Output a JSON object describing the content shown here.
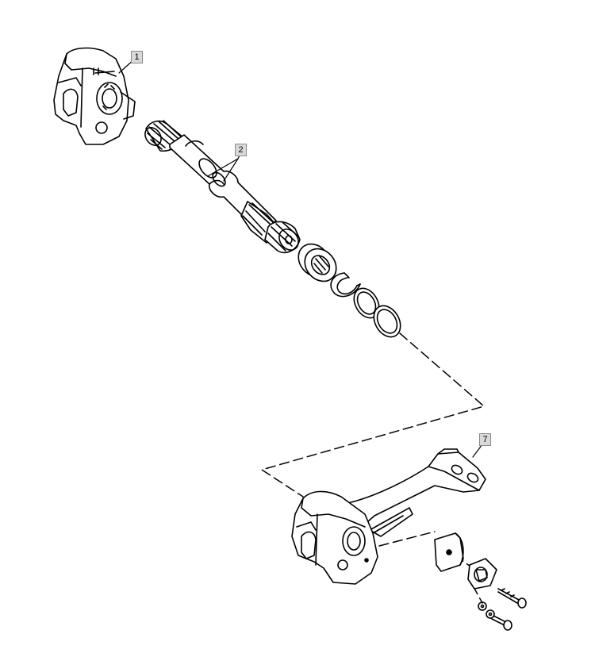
{
  "callouts": [
    {
      "id": "callout-1",
      "label": "1"
    },
    {
      "id": "callout-2",
      "label": "2"
    },
    {
      "id": "callout-7",
      "label": "7"
    }
  ],
  "colors": {
    "line": "#000000",
    "background": "#ffffff",
    "callout_fill": "#d9d9d9"
  }
}
